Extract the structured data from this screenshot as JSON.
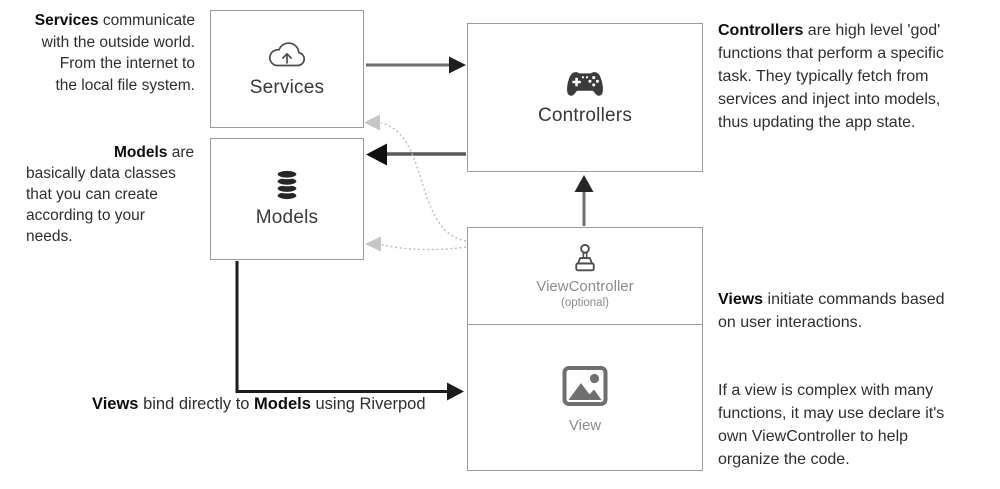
{
  "boxes": {
    "services": {
      "label": "Services"
    },
    "models": {
      "label": "Models"
    },
    "controllers": {
      "label": "Controllers"
    },
    "viewcontroller": {
      "label": "ViewController",
      "sublabel": "(optional)"
    },
    "view": {
      "label": "View"
    }
  },
  "annotations": {
    "services": {
      "bold": "Services",
      "text": " communicate\nwith the outside world.\nFrom the internet to\nthe local file system."
    },
    "models": {
      "bold": "Models",
      "text": " are\nbasically data classes\nthat you can create\naccording to your\nneeds."
    },
    "controllers": {
      "bold": "Controllers",
      "text": " are high level 'god'\nfunctions that perform a specific\ntask. They typically fetch from\nservices and inject into models,\nthus updating the app state."
    },
    "views": {
      "bold": "Views",
      "text": " initiate commands based\non user interactions.",
      "paragraph2": "If a view is complex with many\nfunctions, it may use declare it's\nown ViewController to help\norganize the code."
    },
    "riverpod": {
      "bold1": "Views",
      "text1": " bind directly to ",
      "bold2": "Models",
      "text2": " using Riverpod"
    }
  },
  "icons": {
    "services": "cloud-upload-icon",
    "models": "database-icon",
    "controllers": "gamepad-icon",
    "viewcontroller": "joystick-icon",
    "view": "image-icon"
  },
  "colors": {
    "background": "#ffffff",
    "box_border": "#9b9b9b",
    "text_dark": "#2e2e2e",
    "bold_dark": "#0d0d0d",
    "muted_label": "#8c8c8c",
    "arrow_stem_gray": "#6e6e6e",
    "arrow_head_black": "#1b1b1b",
    "dotted_gray": "#bdbdbd",
    "dotted_head_gray": "#c6c6c6",
    "icon_dark": "#3b3b3b",
    "icon_gray": "#6f6f6f"
  }
}
